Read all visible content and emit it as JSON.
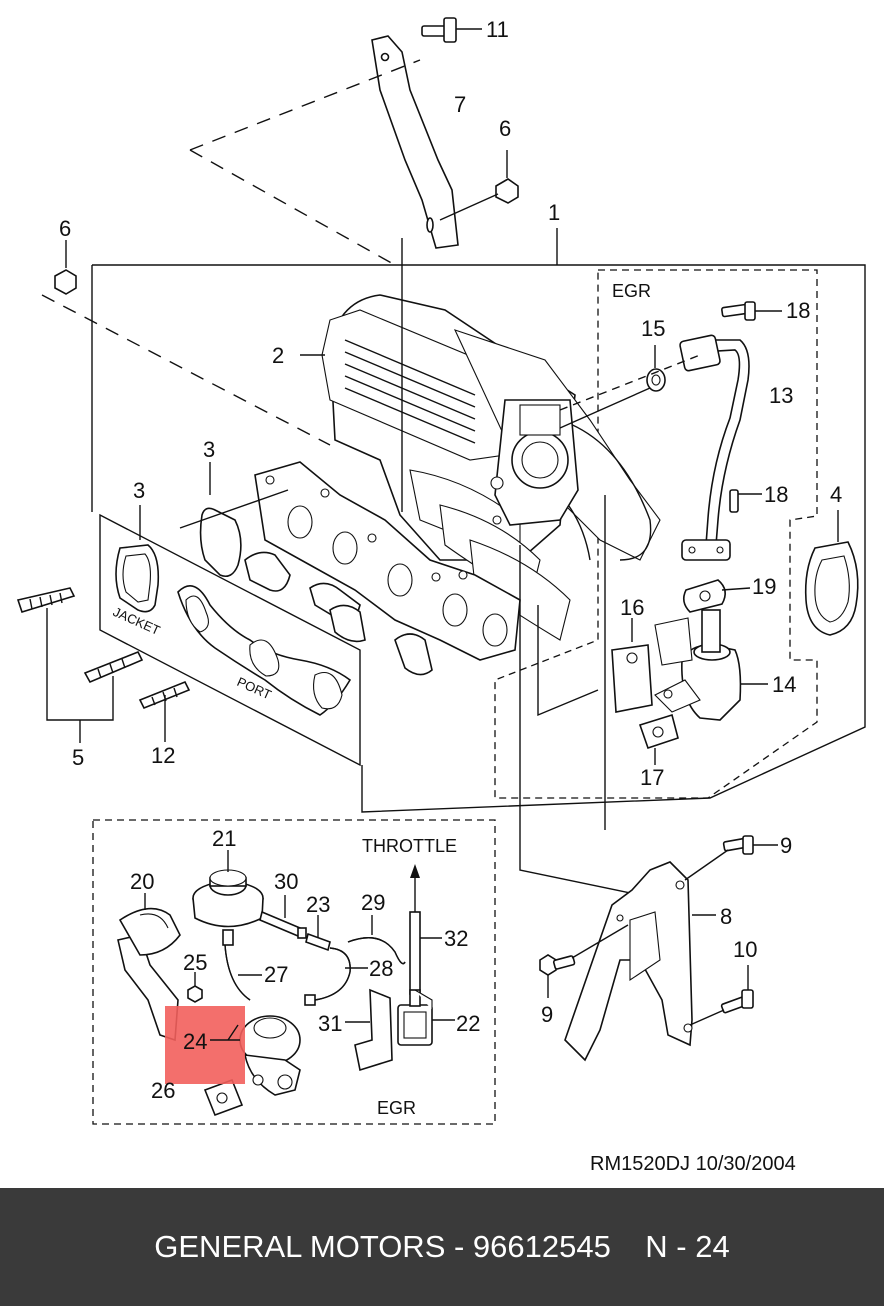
{
  "callouts": {
    "c1": "1",
    "c2": "2",
    "c3a": "3",
    "c3b": "3",
    "c4": "4",
    "c5": "5",
    "c6a": "6",
    "c6b": "6",
    "c7": "7",
    "c8": "8",
    "c9a": "9",
    "c9b": "9",
    "c10": "10",
    "c11": "11",
    "c12": "12",
    "c13": "13",
    "c14": "14",
    "c15": "15",
    "c16": "16",
    "c17": "17",
    "c18a": "18",
    "c18b": "18",
    "c19": "19",
    "c20": "20",
    "c21": "21",
    "c22": "22",
    "c23": "23",
    "c24": "24",
    "c25": "25",
    "c26": "26",
    "c27": "27",
    "c28": "28",
    "c29": "29",
    "c30": "30",
    "c31": "31",
    "c32": "32"
  },
  "section_labels": {
    "egr_top": "EGR",
    "egr_bottom": "EGR",
    "throttle": "THROTTLE",
    "jacket": "JACKET",
    "port": "PORT"
  },
  "reference": "RM1520DJ  10/30/2004",
  "footer": "GENERAL MOTORS - 96612545    N - 24",
  "highlight_color": "#f25f5c"
}
